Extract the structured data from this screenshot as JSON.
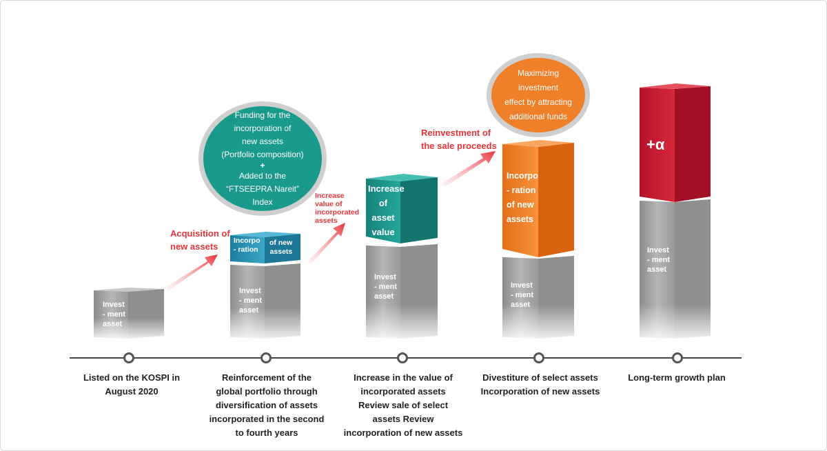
{
  "stages": [
    {
      "label": "Listed on the KOSPI in\nAugust 2020"
    },
    {
      "label": "Reinforcement of the\nglobal portfolio through\ndiversification of assets\nincorporated in the second\nto fourth years"
    },
    {
      "label": "Increase in the value of\nincorporated assets\nReview sale of select\nassets Review\nincorporation of new assets"
    },
    {
      "label": "Divestiture of select assets\nIncorporation of new assets"
    },
    {
      "label": "Long-term growth plan"
    }
  ],
  "blocks": {
    "investment_asset": "Invest\n- ment\nasset",
    "incorporation_left": "Incorpo\n- ration",
    "incorporation_right": "of new\nassets",
    "increase_asset_value": "Increase\nof\nasset\nvalue",
    "incorporation_new_assets": "Incorpo\n- ration\nof new\nassets",
    "plus_alpha": "+α"
  },
  "arrow_notes": {
    "acquisition": "Acquisition of\nnew assets",
    "increase_value": "Increase\nvalue of\nincorporated\nassets",
    "reinvestment": "Reinvestment of\nthe sale proceeds"
  },
  "bubbles": {
    "funding": {
      "line1": "Funding for the\nincorporation of\nnew assets\n(Portfolio composition)",
      "plus": "+",
      "line2": "Added to the\n“FTSEEPRA Nareit”\nIndex"
    },
    "maximizing": "Maximizing\ninvestment\neffect by attracting\nadditional funds"
  },
  "colors": {
    "gray": "#a9a9a9",
    "teal": "#1a8f86",
    "blue": "#2a8fb0",
    "orange": "#f07f2a",
    "red": "#c8192e",
    "accent_red": "#e8343a"
  }
}
